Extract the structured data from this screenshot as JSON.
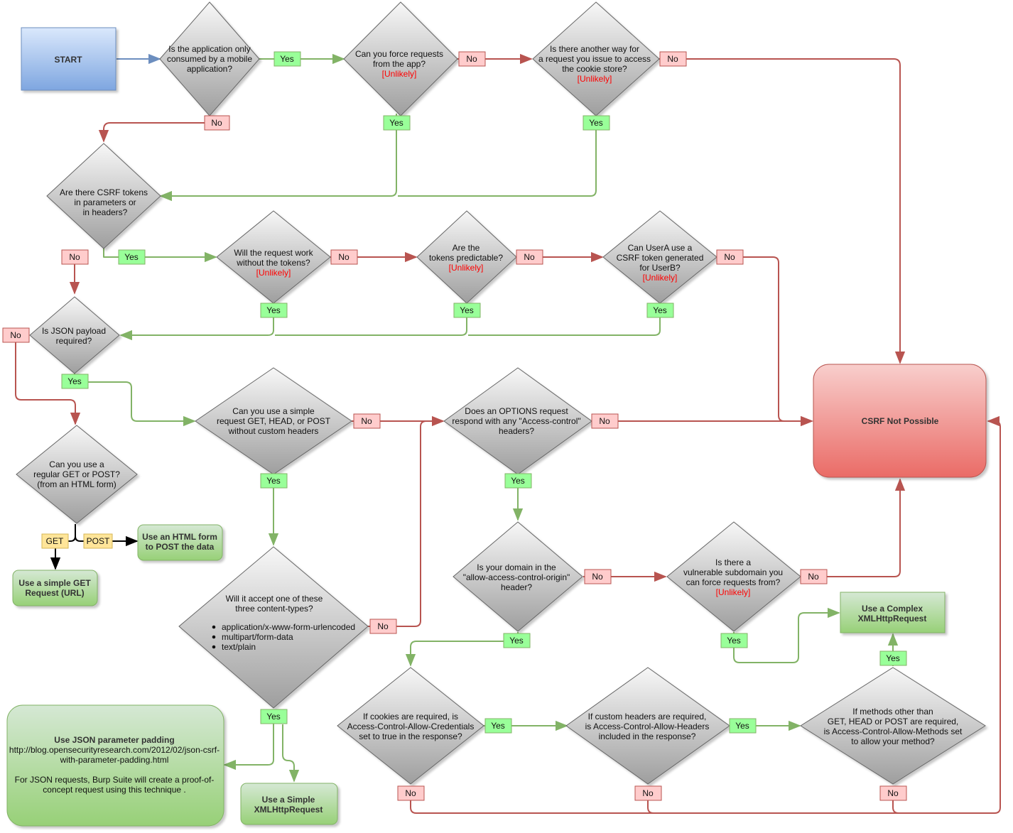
{
  "nodes": {
    "start": "START",
    "q_mobile": [
      "Is the application only",
      "consumed by a mobile",
      "application?"
    ],
    "q_force": [
      "Can you force requests",
      "from the app?"
    ],
    "q_force_note": "[Unlikely]",
    "q_cookie": [
      "Is there another way for",
      "a request you issue to access",
      "the cookie store?"
    ],
    "q_cookie_note": "[Unlikely]",
    "q_tokens": [
      "Are there CSRF tokens",
      "in parameters or",
      "in headers?"
    ],
    "q_without": [
      "Will the request work",
      "without the tokens?"
    ],
    "q_without_note": "[Unlikely]",
    "q_predict": [
      "Are the",
      "tokens predictable?"
    ],
    "q_predict_note": "[Unlikely]",
    "q_usera": [
      "Can UserA use a",
      "CSRF token generated",
      "for UserB?"
    ],
    "q_usera_note": "[Unlikely]",
    "q_json": [
      "Is JSON payload",
      "required?"
    ],
    "q_simple": [
      "Can you use a simple",
      "request GET, HEAD, or POST",
      "without custom headers"
    ],
    "q_options": [
      "Does an OPTIONS request",
      "respond with any \"Access-control\"",
      "headers?"
    ],
    "q_regular": [
      "Can you use a",
      "regular GET or POST?",
      "(from an HTML form)"
    ],
    "q_content": [
      "Will it accept one of these",
      "three content-types?"
    ],
    "q_content_items": [
      "application/x-www-form-urlencoded",
      "multipart/form-data",
      "text/plain"
    ],
    "q_domain": [
      "Is your domain in the",
      "\"allow-access-control-origin\"",
      "header?"
    ],
    "q_subdomain": [
      "Is there a",
      "vulnerable subdomain you",
      "can force requests from?"
    ],
    "q_subdomain_note": "[Unlikely]",
    "q_cookies": [
      "If cookies are required, is",
      "Access-Control-Allow-Credentials",
      "set to true in the response?"
    ],
    "q_headers": [
      "If custom headers are required,",
      "is Access-Control-Allow-Headers",
      "included in the response?"
    ],
    "q_methods": [
      "If methods other than",
      "GET, HEAD or POST are required,",
      "is Access-Control-Allow-Methods set",
      "to allow your method?"
    ],
    "r_not_possible": "CSRF Not Possible",
    "r_html_form": [
      "Use an HTML form",
      "to POST the data"
    ],
    "r_simple_get": [
      "Use a simple GET",
      "Request (URL)"
    ],
    "r_complex": [
      "Use a Complex",
      "XMLHttpRequest"
    ],
    "r_padding_title": "Use JSON parameter padding",
    "r_padding_url": [
      "http://blog.opensecurityresearch.com/2012/02/json-csrf-",
      "with-parameter-padding.html"
    ],
    "r_padding_note": [
      "For JSON requests, Burp Suite will create a proof-of-",
      "concept request using this technique ."
    ],
    "r_simple_xhr": [
      "Use a Simple",
      "XMLHttpRequest"
    ]
  },
  "labels": {
    "yes": "Yes",
    "no": "No",
    "get": "GET",
    "post": "POST"
  },
  "colors": {
    "yes_line": "#82b366",
    "no_line": "#b85450",
    "start_line": "#6c8ebf",
    "yes_badge": "#99ff99",
    "no_badge": "#ffcccc",
    "get_badge": "#ffe599",
    "diamond_top": "#f5f5f5",
    "diamond_bottom": "#a0a0a0",
    "result_green_top": "#d5e8d4",
    "result_green_bottom": "#97d077",
    "result_red_top": "#f8cecc",
    "result_red_bottom": "#ea6b66",
    "start_top": "#dae8fc",
    "start_bottom": "#7ea6e0"
  }
}
